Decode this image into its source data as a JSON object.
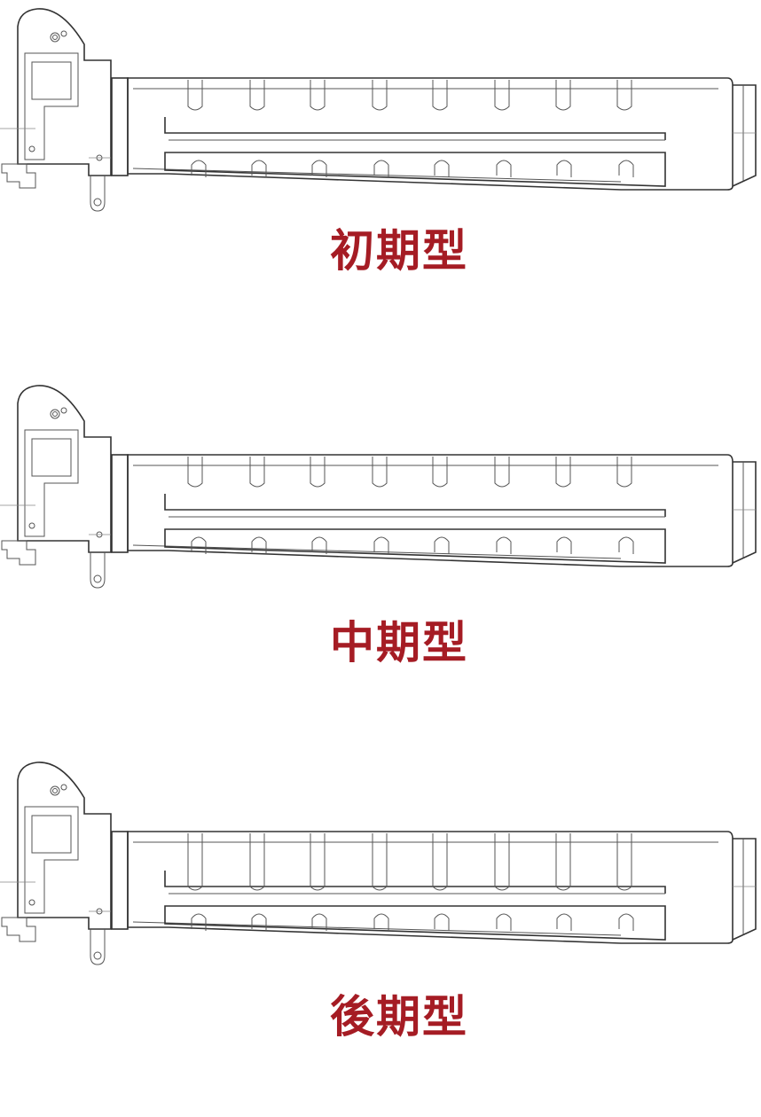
{
  "colors": {
    "label": "#a51c24",
    "line": "#555555"
  },
  "panels": [
    {
      "label": "初期型",
      "variant": "early"
    },
    {
      "label": "中期型",
      "variant": "mid"
    },
    {
      "label": "後期型",
      "variant": "late"
    }
  ]
}
